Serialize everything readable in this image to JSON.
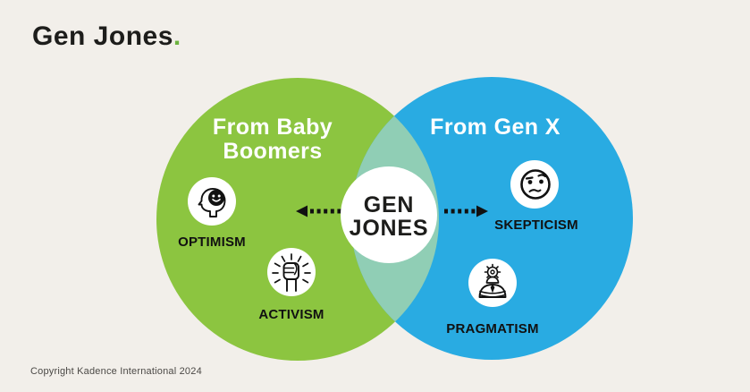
{
  "title": {
    "text": "Gen Jones",
    "period": "."
  },
  "diagram": {
    "left": {
      "heading_line1": "From Baby",
      "heading_line2": "Boomers",
      "traits": [
        {
          "label": "OPTIMISM",
          "icon": "head-with-smiley-icon"
        },
        {
          "label": "ACTIVISM",
          "icon": "raised-fist-icon"
        }
      ]
    },
    "right": {
      "heading": "From Gen X",
      "traits": [
        {
          "label": "SKEPTICISM",
          "icon": "skeptical-face-icon"
        },
        {
          "label": "PRAGMATISM",
          "icon": "worker-gear-head-icon"
        }
      ]
    },
    "center": {
      "line1": "GEN",
      "line2": "JONES"
    }
  },
  "footer": {
    "copyright": "Copyright Kadence International 2024"
  },
  "colors": {
    "background": "#f2efea",
    "green_circle": "#8cc540",
    "blue_circle": "#29abe2",
    "overlap": "#90ceb5",
    "center_circle": "#ffffff",
    "accent_dot": "#6cb33f",
    "heading_text": "#ffffff",
    "dark_text": "#1d1d1b"
  }
}
